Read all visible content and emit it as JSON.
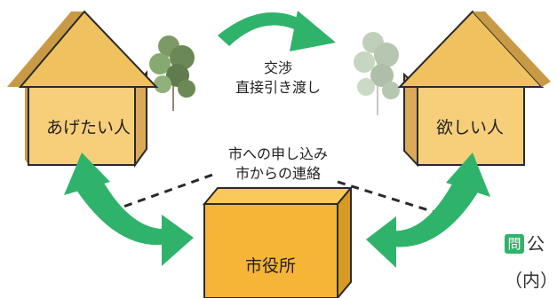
{
  "left_house": {
    "label": "あげたい人"
  },
  "right_house": {
    "label": "欲しい人"
  },
  "top_text": {
    "line1": "交渉",
    "line2": "直接引き渡し"
  },
  "middle_text": {
    "line1": "市への申し込み",
    "line2": "市からの連絡"
  },
  "city_office": {
    "label": "市役所"
  },
  "footer": {
    "badge": "問",
    "text": "公",
    "note": "（内）"
  },
  "colors": {
    "house_front": "#f7cf7a",
    "house_side": "#dba957",
    "roof": "#f0c25f",
    "roof_edge": "#c99a45",
    "box_front": "#f6b536",
    "arrow": "#2fb36b",
    "outline": "#2a2a2a"
  },
  "icons": [
    "tree-left",
    "tree-right",
    "arrow-top",
    "arrow-left",
    "arrow-right"
  ]
}
